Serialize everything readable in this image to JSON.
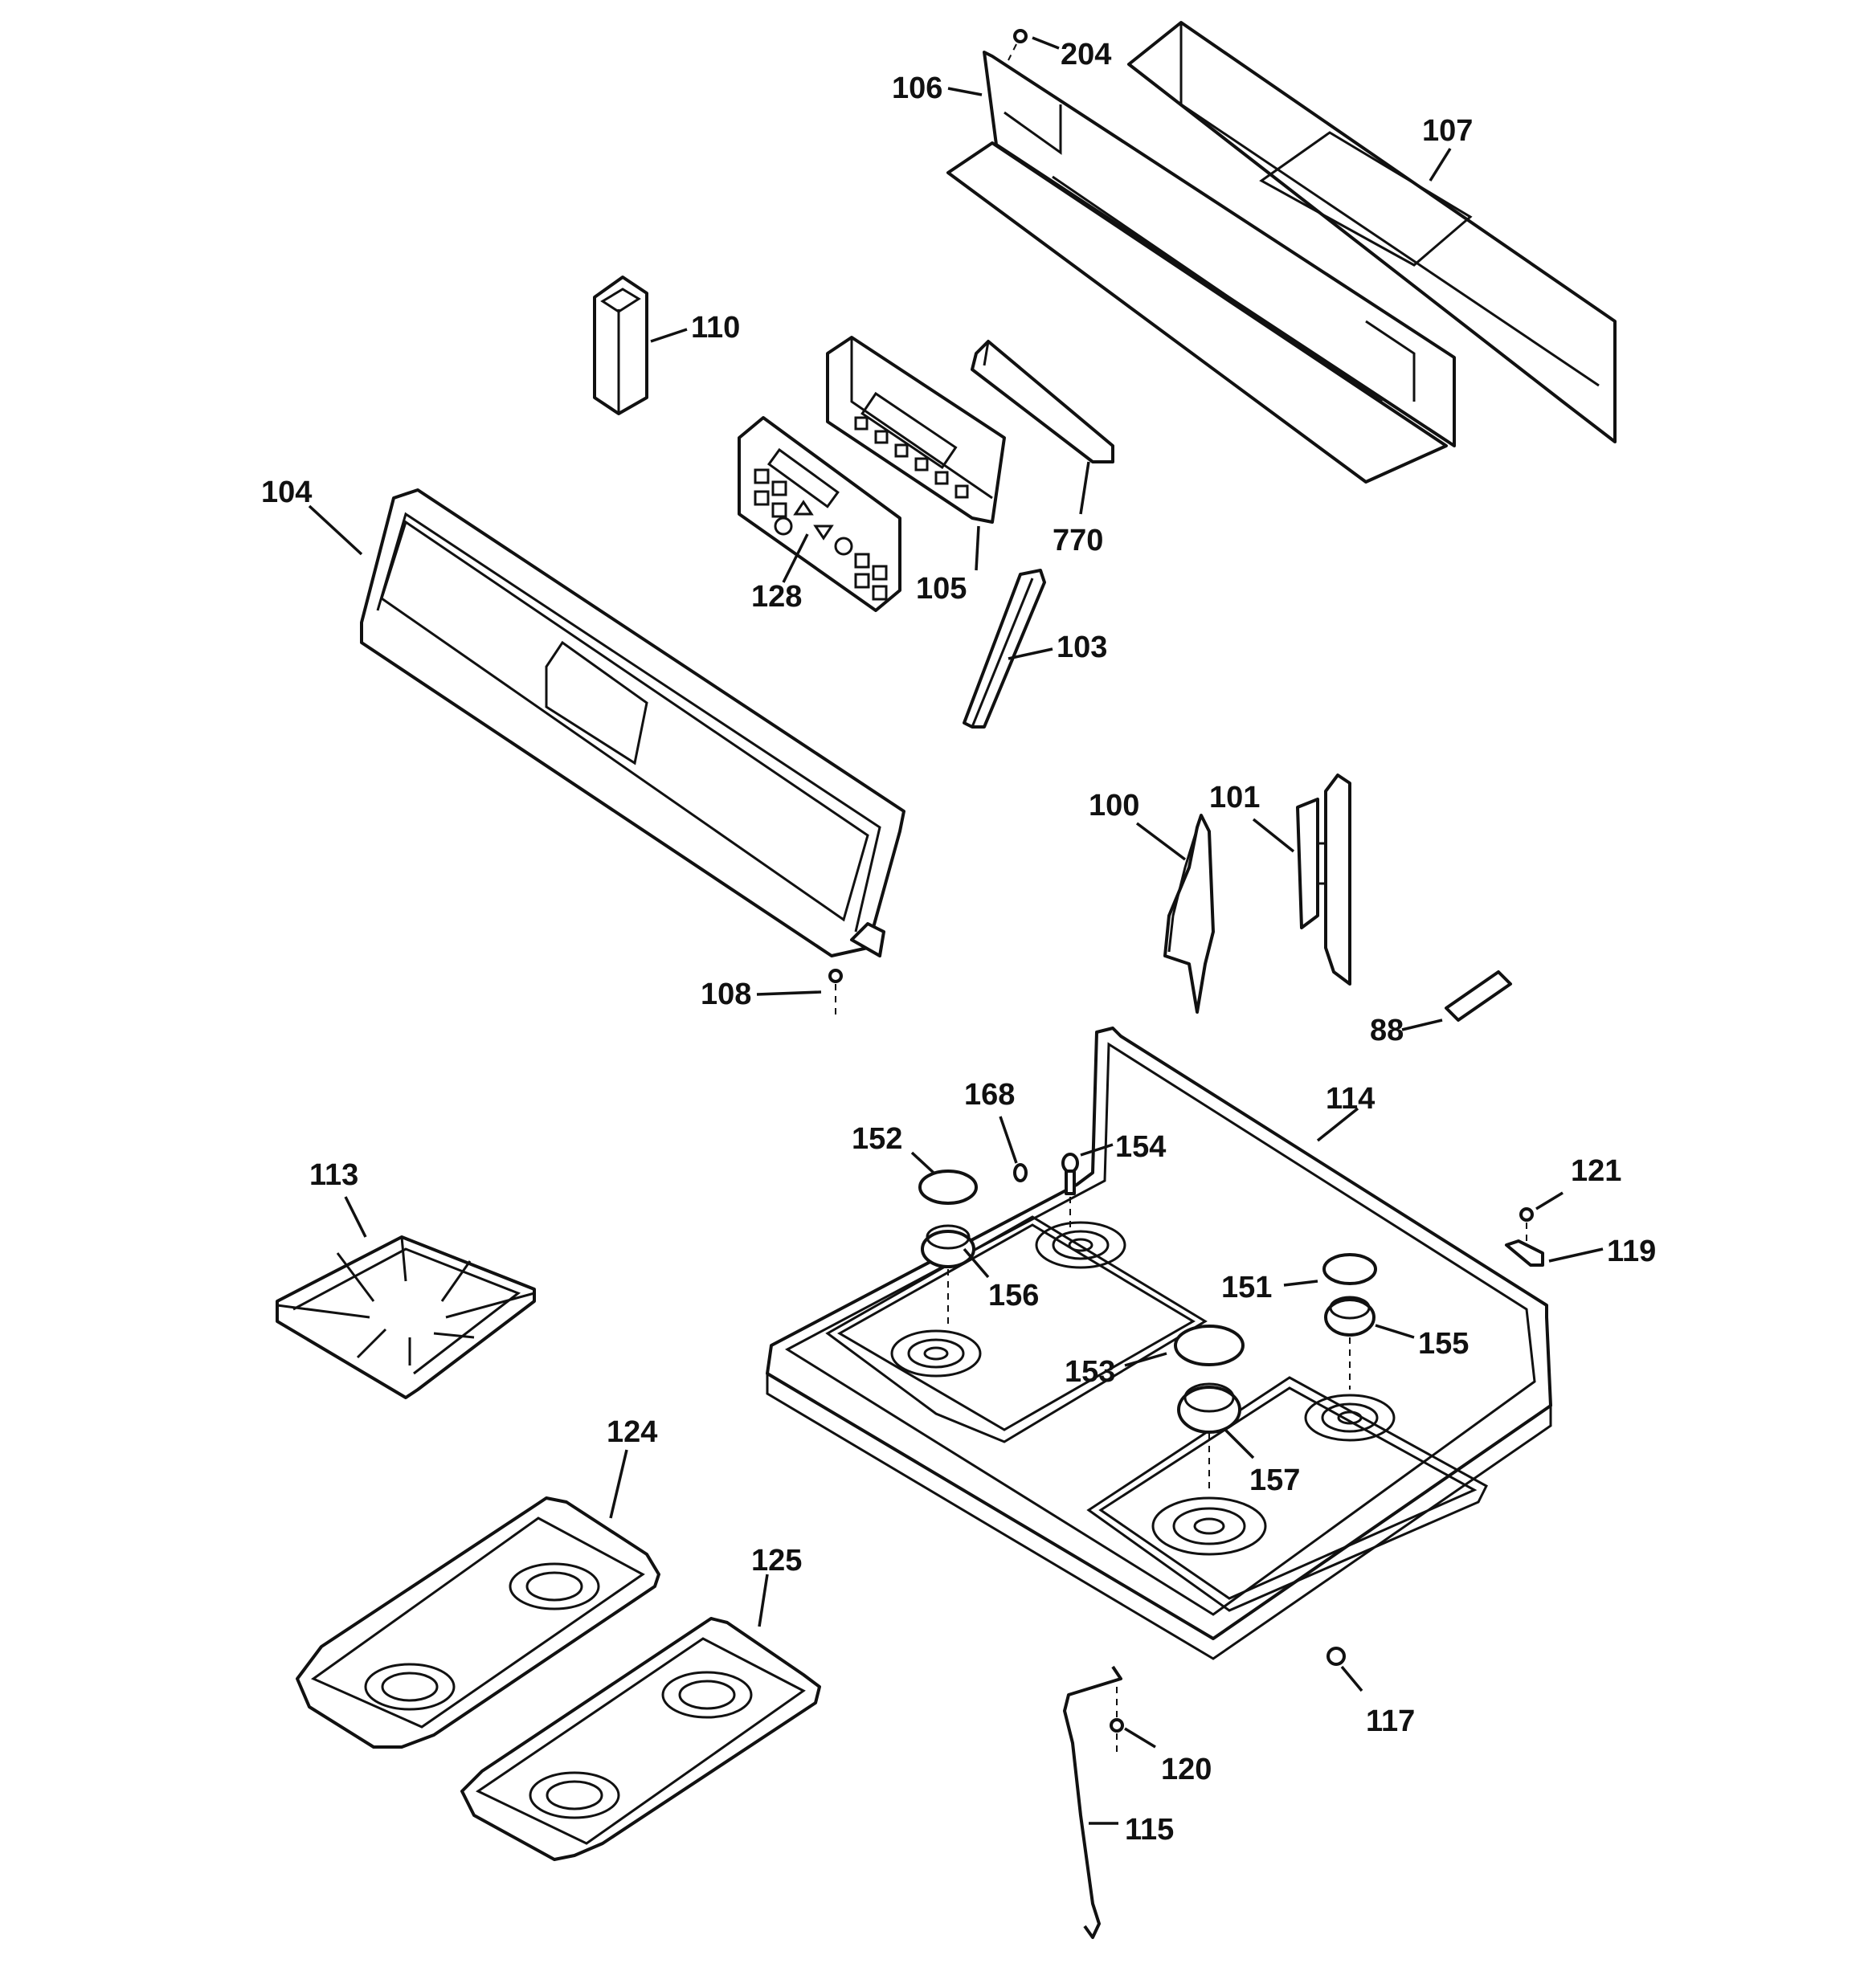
{
  "labels": {
    "p88": "88",
    "p100": "100",
    "p101": "101",
    "p103": "103",
    "p104": "104",
    "p105": "105",
    "p106": "106",
    "p107": "107",
    "p108": "108",
    "p110": "110",
    "p113": "113",
    "p114": "114",
    "p115": "115",
    "p117": "117",
    "p119": "119",
    "p120": "120",
    "p121": "121",
    "p124": "124",
    "p125": "125",
    "p128": "128",
    "p151": "151",
    "p152": "152",
    "p153": "153",
    "p154": "154",
    "p155": "155",
    "p156": "156",
    "p157": "157",
    "p168": "168",
    "p204": "204",
    "p770": "770"
  }
}
